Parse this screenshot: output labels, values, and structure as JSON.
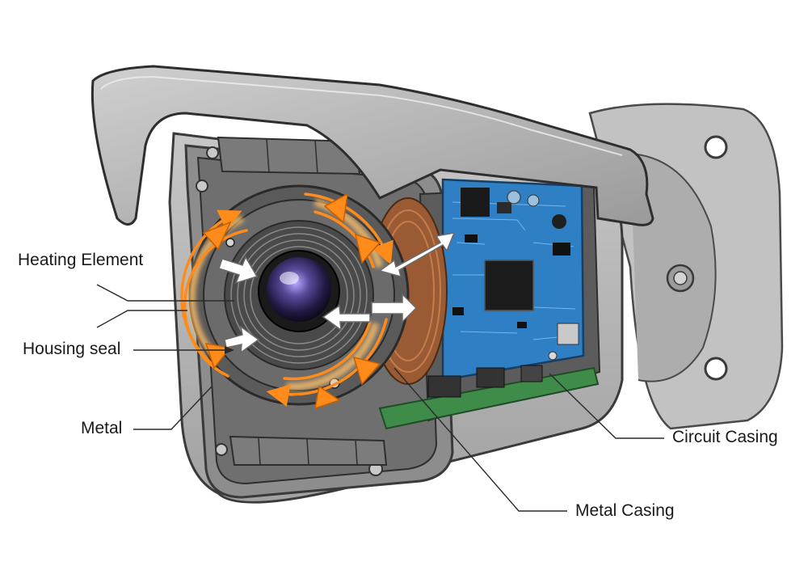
{
  "labels": {
    "heating_element": "Heating Element",
    "housing_seal": "Housing seal",
    "metal": "Metal",
    "circuit_casing": "Circuit Casing",
    "metal_casing": "Metal Casing"
  },
  "colors": {
    "housing": "#b9b9b9",
    "housing_dark": "#7f7f7f",
    "interior": "#8e8e8e",
    "heater": "#ff8c1a",
    "heater_glow": "#ffd08a",
    "pcb": "#2f7fc4",
    "pcb_dark": "#1d5d96",
    "lens": "#3b2f6b",
    "copper": "#9a5b34",
    "leader": "#2a2a2a"
  },
  "icons": {
    "airflow": "white-arrow",
    "heat_flow": "orange-arrow"
  }
}
